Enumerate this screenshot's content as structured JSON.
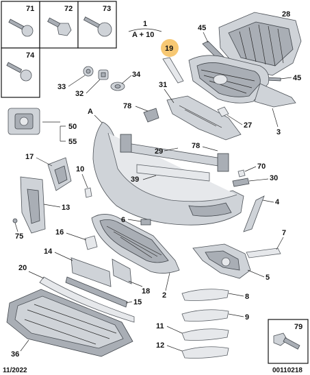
{
  "callouts": {
    "c71": "71",
    "c72": "72",
    "c73": "73",
    "c74": "74",
    "c79": "79",
    "c1": "1",
    "c1sub": "A + 10",
    "c19": "19",
    "c28": "28",
    "c45a": "45",
    "c45b": "45",
    "c33": "33",
    "c32": "32",
    "c34": "34",
    "c31": "31",
    "c78a": "78",
    "c78b": "78",
    "c27": "27",
    "c3": "3",
    "cA": "A",
    "c50": "50",
    "c55": "55",
    "c29": "29",
    "c17": "17",
    "c10": "10",
    "c39": "39",
    "c70": "70",
    "c30": "30",
    "c13": "13",
    "c4": "4",
    "c6": "6",
    "c75": "75",
    "c16": "16",
    "c7": "7",
    "c14": "14",
    "c5": "5",
    "c20": "20",
    "c18": "18",
    "c2": "2",
    "c15": "15",
    "c8": "8",
    "c9": "9",
    "c11": "11",
    "c12": "12",
    "c36": "36"
  },
  "footer": {
    "date": "11/2022",
    "ref": "00110218"
  },
  "highlight_color": "#f7c873"
}
